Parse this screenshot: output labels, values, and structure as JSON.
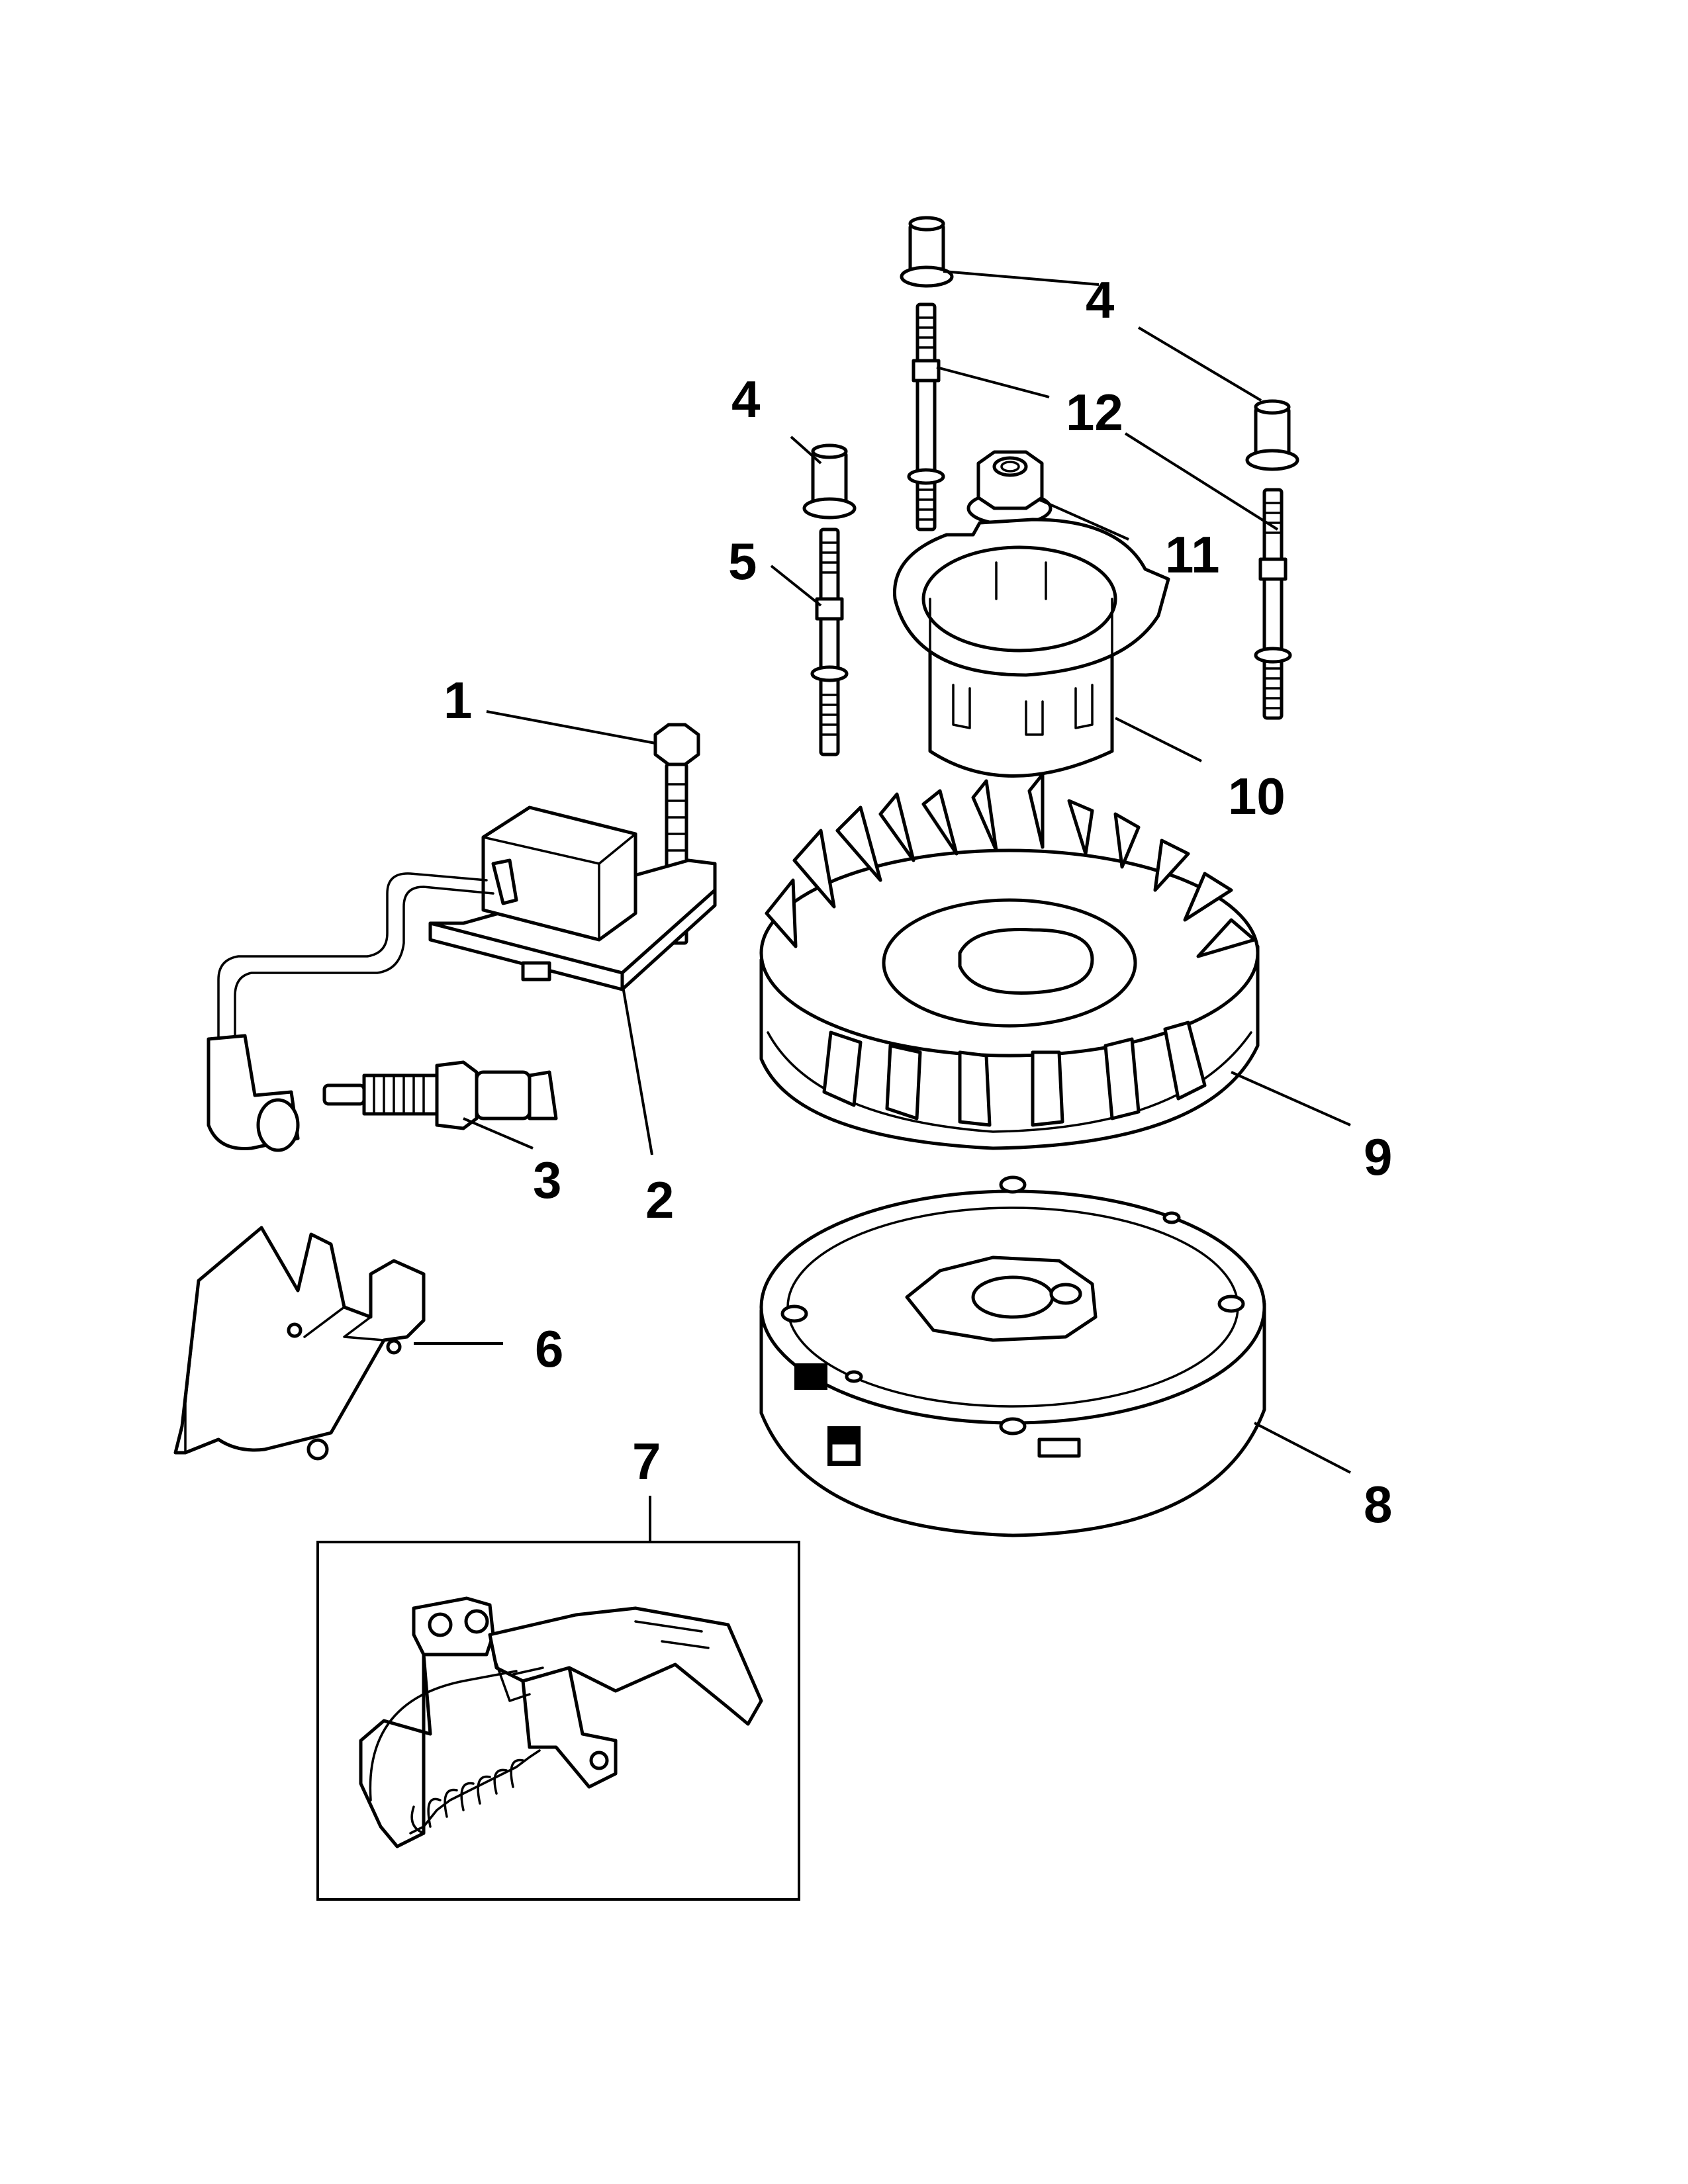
{
  "diagram": {
    "callouts": [
      {
        "id": "1",
        "text": "1"
      },
      {
        "id": "2",
        "text": "2"
      },
      {
        "id": "3",
        "text": "3"
      },
      {
        "id": "4a",
        "text": "4"
      },
      {
        "id": "4b",
        "text": "4"
      },
      {
        "id": "5",
        "text": "5"
      },
      {
        "id": "6",
        "text": "6"
      },
      {
        "id": "7",
        "text": "7"
      },
      {
        "id": "8",
        "text": "8"
      },
      {
        "id": "9",
        "text": "9"
      },
      {
        "id": "10",
        "text": "10"
      },
      {
        "id": "11",
        "text": "11"
      },
      {
        "id": "12",
        "text": "12"
      }
    ]
  }
}
